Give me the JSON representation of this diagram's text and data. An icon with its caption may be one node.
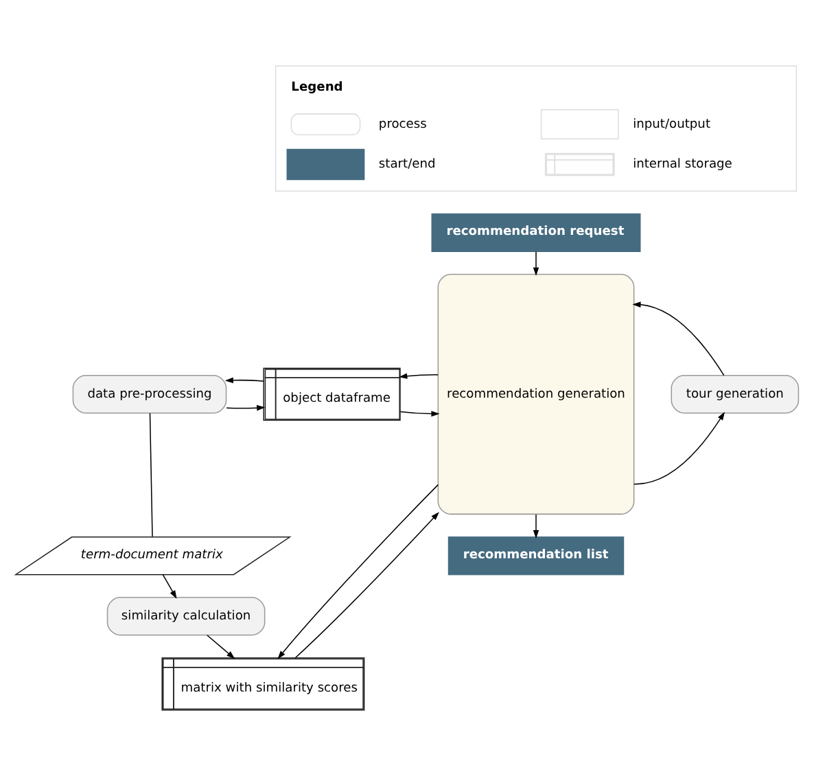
{
  "diagram": {
    "nodes": [
      {
        "text": [
          "recommendation request"
        ]
      },
      {
        "text": [
          "data pre-processing"
        ]
      },
      {
        "text": [
          "object dataframe"
        ]
      },
      {
        "text": [
          "recommendation generation"
        ]
      },
      {
        "text": [
          "tour generation"
        ]
      },
      {
        "text": [
          "term-document matrix"
        ]
      },
      {
        "text": [
          "similarity calculation"
        ]
      },
      {
        "text": [
          "matrix with similarity scores"
        ]
      },
      {
        "text": [
          "recommendation list"
        ]
      }
    ],
    "edges": [
      {
        "from": 1,
        "to": 2,
        "arrow": "to"
      },
      {
        "from": 2,
        "to": 1,
        "arrow": "to"
      },
      {
        "from": 1,
        "to": 5,
        "arrow": "none"
      },
      {
        "from": 5,
        "to": 6,
        "arrow": "to"
      },
      {
        "from": 6,
        "to": 7,
        "arrow": "to"
      },
      {
        "from": 2,
        "to": 3,
        "arrow": "to"
      },
      {
        "from": 3,
        "to": 2,
        "arrow": "to"
      },
      {
        "from": 0,
        "to": 3,
        "arrow": "to"
      },
      {
        "from": 3,
        "to": 4,
        "arrow": "to"
      },
      {
        "from": 4,
        "to": 3,
        "arrow": "to"
      },
      {
        "from": 7,
        "to": 3,
        "arrow": "to"
      },
      {
        "from": 3,
        "to": 7,
        "arrow": "to"
      },
      {
        "from": 3,
        "to": 8,
        "arrow": "to"
      }
    ],
    "labels": [
      "Legend"
    ],
    "legend": [
      {
        "text": "process"
      },
      {
        "text": "input/output"
      },
      {
        "text": "start/end",
        "color": "#456b80"
      },
      {
        "text": "internal storage"
      }
    ]
  }
}
